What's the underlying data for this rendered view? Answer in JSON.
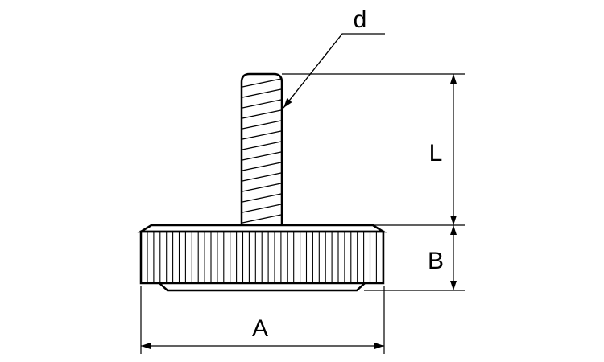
{
  "labels": {
    "d": "d",
    "L": "L",
    "B": "B",
    "A": "A"
  },
  "colors": {
    "stroke": "#000000",
    "background": "#ffffff"
  }
}
